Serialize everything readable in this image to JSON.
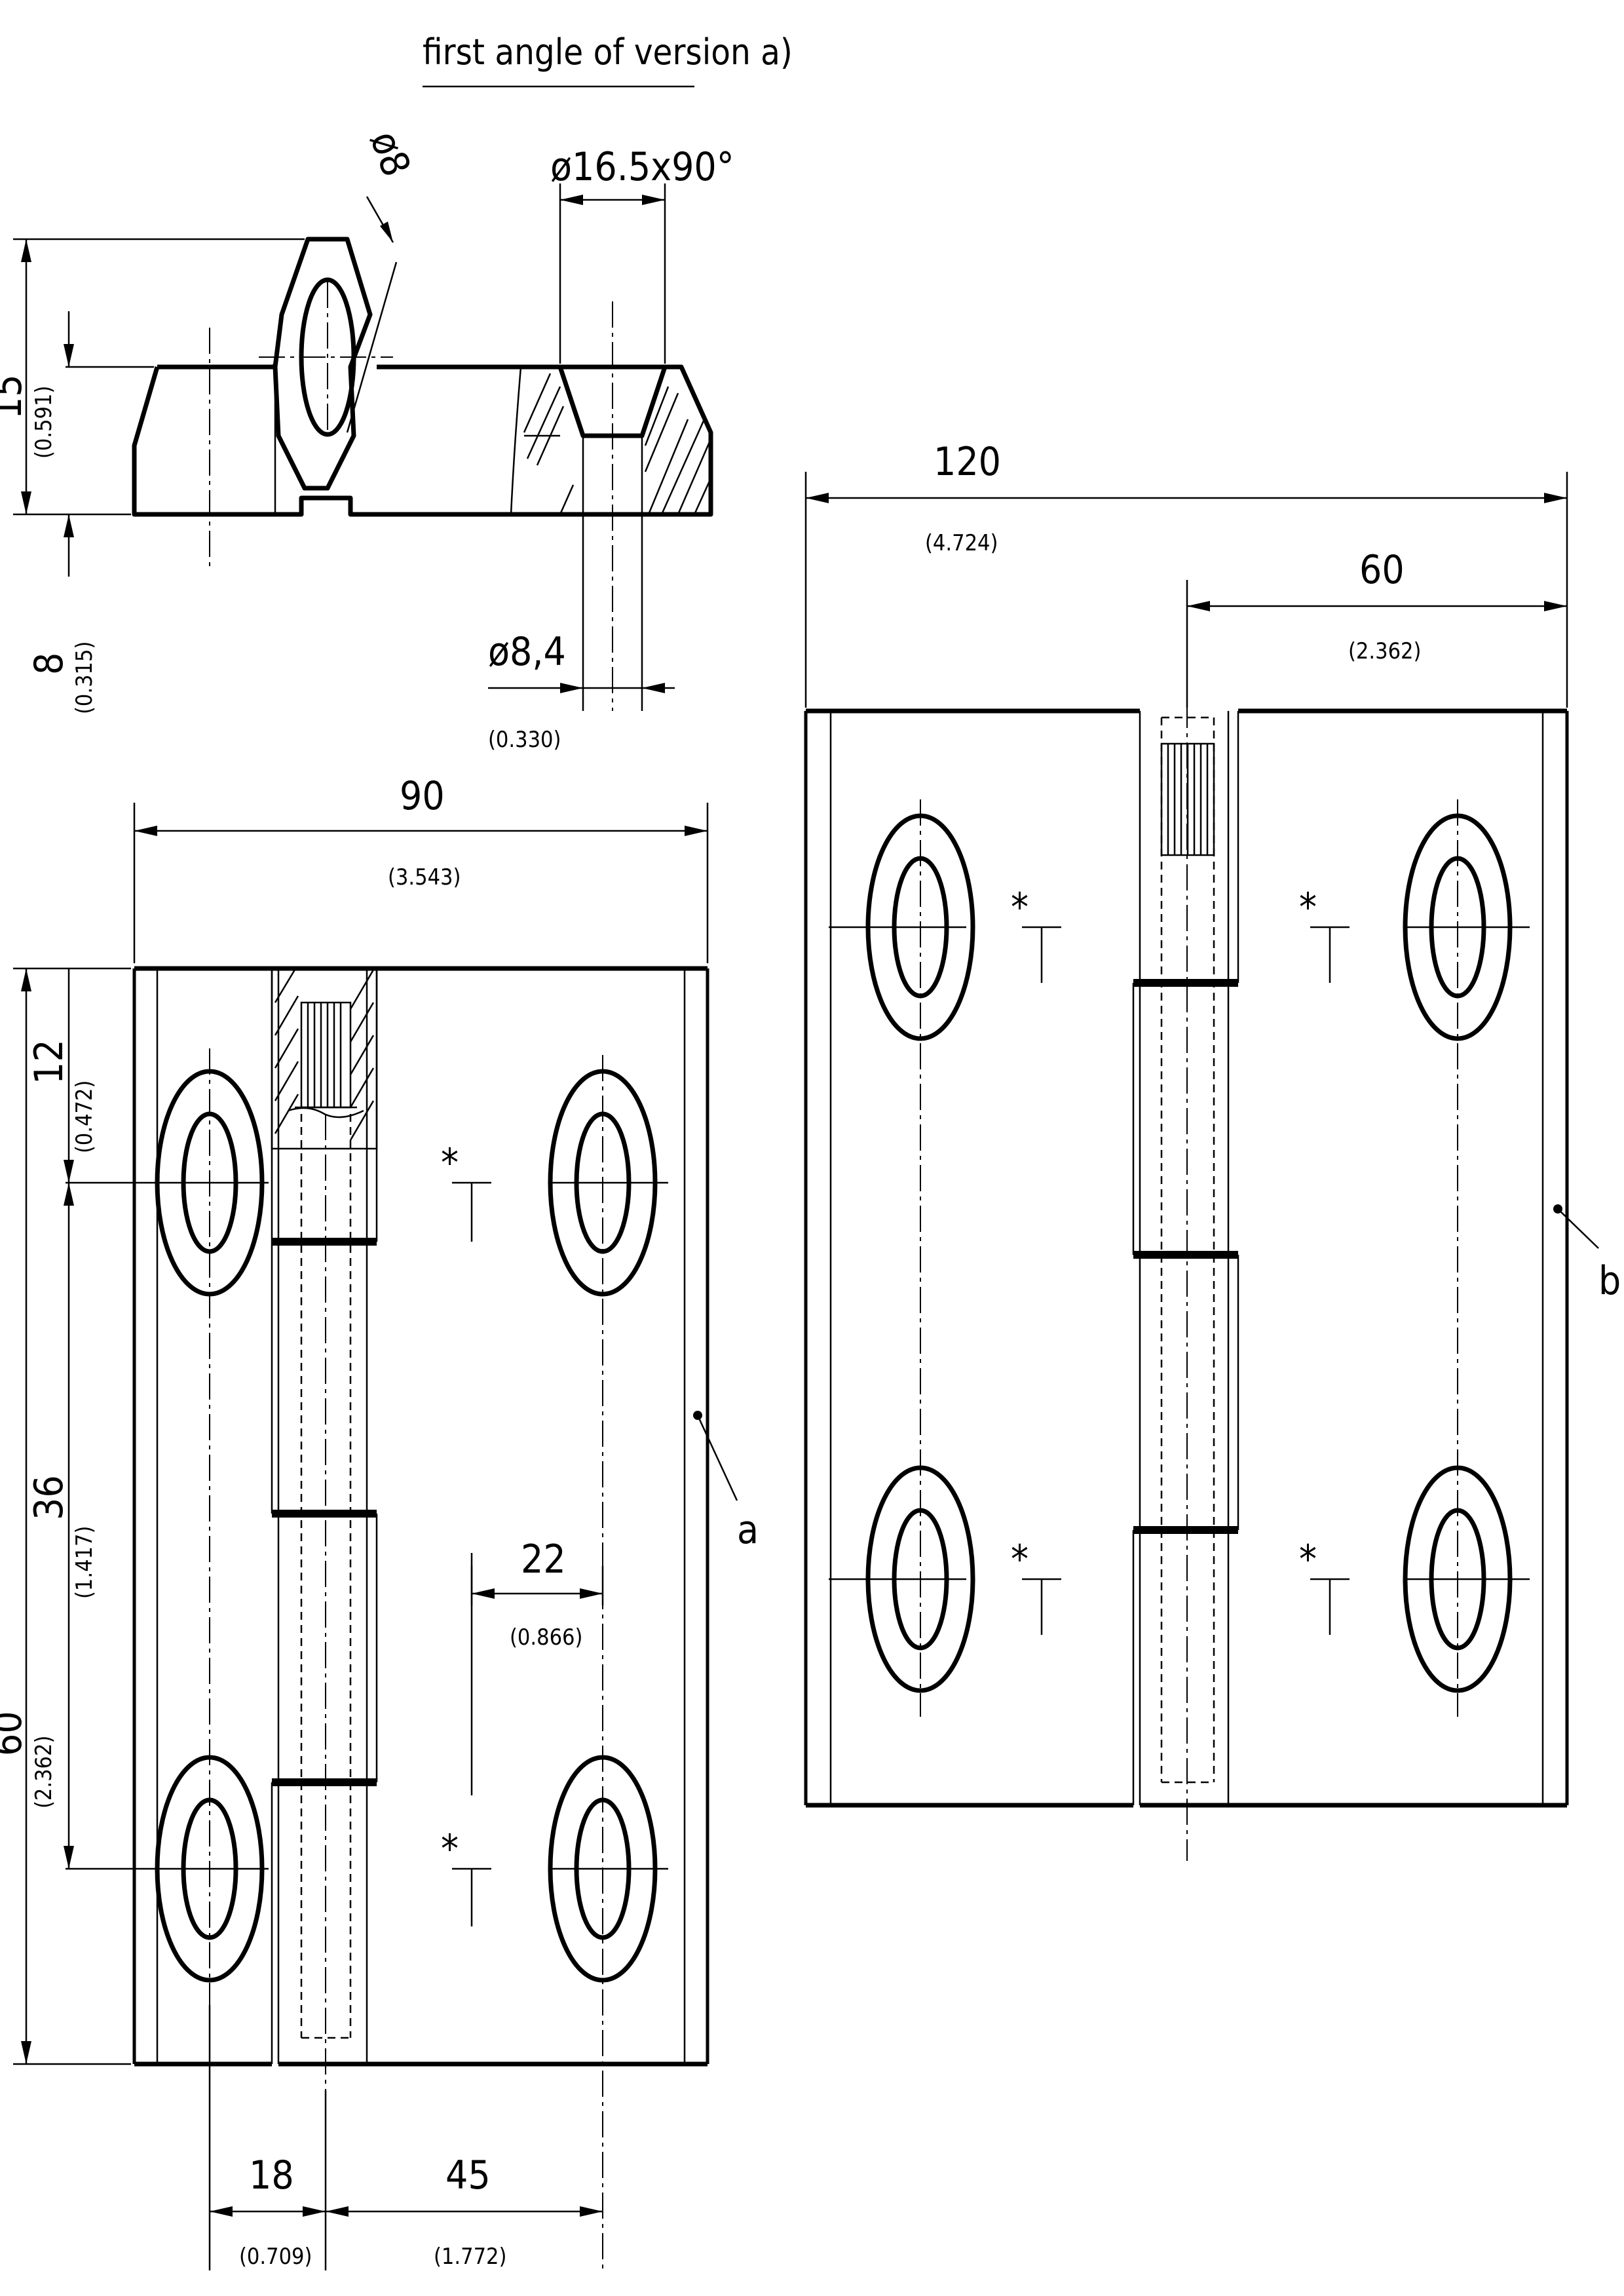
{
  "title": "first angle of version a)",
  "dimensions": {
    "top_height": "15",
    "top_height_in": "(0.591)",
    "top_thickness": "8",
    "top_thickness_in": "(0.315)",
    "pin_dia": "ø8",
    "countersink": "ø16.5x90°",
    "hole_dia": "ø8,4",
    "hole_dia_in": "(0.330)",
    "width_a": "90",
    "width_a_in": "(3.543)",
    "top_offset": "12",
    "top_offset_in": "(0.472)",
    "hole_pitch": "36",
    "hole_pitch_in": "(1.417)",
    "height": "60",
    "height_in": "(2.362)",
    "hole_spacing": "22",
    "hole_spacing_in": "(0.866)",
    "knuckle": "18",
    "knuckle_in": "(0.709)",
    "hole_from_axis": "45",
    "hole_from_axis_in": "(1.772)",
    "width_b": "120",
    "width_b_in": "(4.724)",
    "half_width_b": "60",
    "half_width_b_in": "(2.362)"
  },
  "labels": {
    "version_a": "a",
    "version_b": "b",
    "marker": "*"
  }
}
